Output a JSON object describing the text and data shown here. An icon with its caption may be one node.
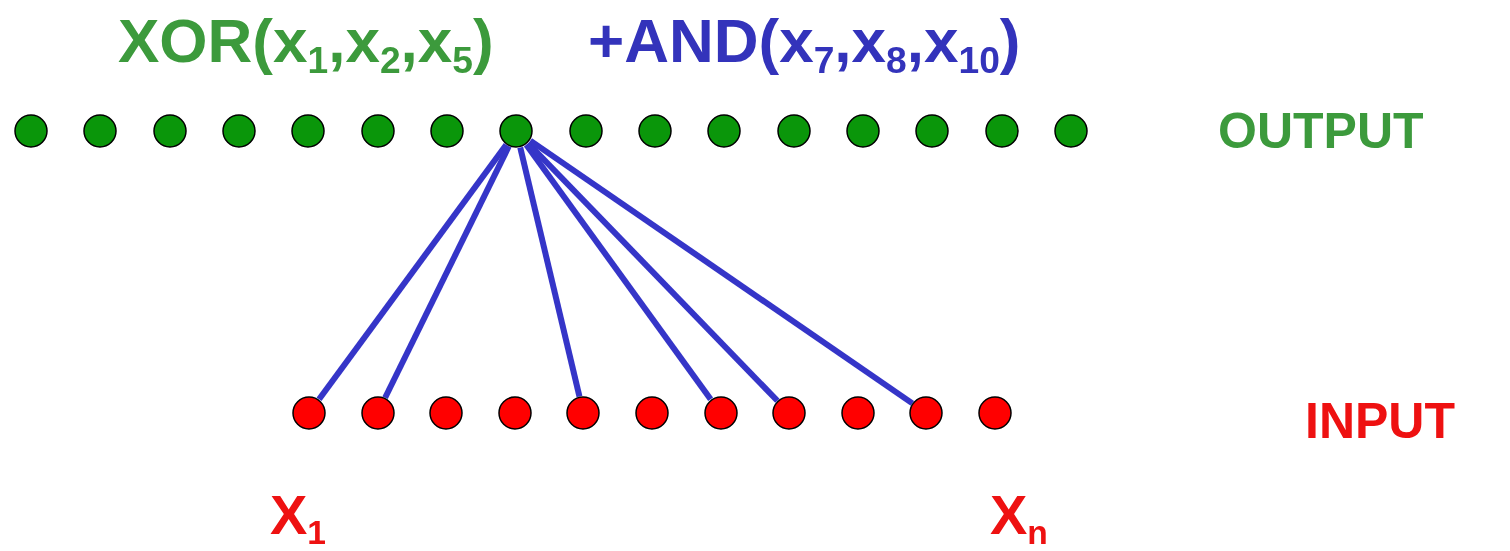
{
  "diagram": {
    "nodes": [
      {
        "text": [],
        "shape": "circle"
      },
      {
        "text": [],
        "shape": "circle"
      },
      {
        "text": [],
        "shape": "circle"
      },
      {
        "text": [],
        "shape": "circle"
      },
      {
        "text": [],
        "shape": "circle"
      },
      {
        "text": [],
        "shape": "circle"
      },
      {
        "text": [],
        "shape": "circle"
      },
      {
        "text": [],
        "shape": "circle"
      },
      {
        "text": [],
        "shape": "circle"
      },
      {
        "text": [],
        "shape": "circle"
      },
      {
        "text": [],
        "shape": "circle"
      },
      {
        "text": [],
        "shape": "circle"
      },
      {
        "text": [],
        "shape": "circle"
      },
      {
        "text": [],
        "shape": "circle"
      },
      {
        "text": [],
        "shape": "circle"
      },
      {
        "text": [],
        "shape": "circle"
      },
      {
        "text": [],
        "shape": "circle"
      },
      {
        "text": [],
        "shape": "circle"
      },
      {
        "text": [],
        "shape": "circle"
      },
      {
        "text": [],
        "shape": "circle"
      },
      {
        "text": [],
        "shape": "circle"
      },
      {
        "text": [],
        "shape": "circle"
      },
      {
        "text": [],
        "shape": "circle"
      },
      {
        "text": [],
        "shape": "circle"
      },
      {
        "text": [],
        "shape": "circle"
      },
      {
        "text": [],
        "shape": "circle"
      },
      {
        "text": [],
        "shape": "circle"
      }
    ],
    "edges": [
      {
        "from": 7,
        "to": 16,
        "arrow": "none"
      },
      {
        "from": 7,
        "to": 17,
        "arrow": "none"
      },
      {
        "from": 7,
        "to": 20,
        "arrow": "none"
      },
      {
        "from": 7,
        "to": 22,
        "arrow": "none"
      },
      {
        "from": 7,
        "to": 23,
        "arrow": "none"
      },
      {
        "from": 7,
        "to": 25,
        "arrow": "none"
      }
    ],
    "labels": [
      "XOR(x$_{1}$,x$_{2}$,x$_{5}$)",
      "+AND(x$_{7}$,x$_{8}$,x$_{10}$)",
      "OUTPUT",
      "INPUT",
      "X$_{1}$",
      "X$_{n}$"
    ]
  }
}
